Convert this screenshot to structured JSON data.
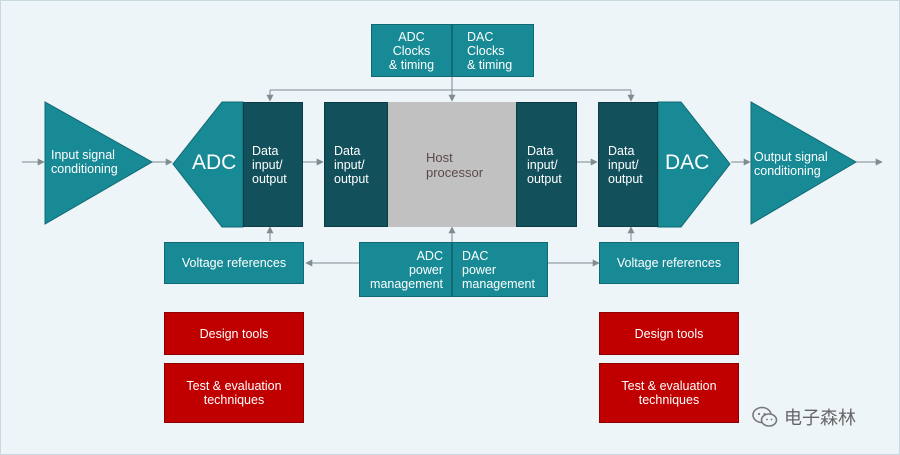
{
  "colors": {
    "teal": "#178a96",
    "dark_teal": "#12505c",
    "red": "#c00000",
    "gray": "#c1c1c1",
    "background": "#eef5f8",
    "wire": "#7f8c90"
  },
  "top": {
    "adc_clocks": "ADC\nClocks\n& timing",
    "dac_clocks": "DAC\nClocks\n& timing"
  },
  "signal_chain": {
    "input_conditioning": "Input signal\nconditioning",
    "adc": "ADC",
    "adc_data_io": "Data\ninput/\noutput",
    "host_left_data_io": "Data\ninput/\noutput",
    "host_processor": "Host\nprocessor",
    "host_right_data_io": "Data\ninput/\noutput",
    "dac_data_io": "Data\ninput/\noutput",
    "dac": "DAC",
    "output_conditioning": "Output signal\nconditioning"
  },
  "bottom": {
    "left_voltage_references": "Voltage references",
    "right_voltage_references": "Voltage references",
    "adc_power": "ADC\npower\nmanagement",
    "dac_power": "DAC\npower\nmanagement"
  },
  "tools": {
    "left_design_tools": "Design tools",
    "left_test_eval": "Test & evaluation\ntechniques",
    "right_design_tools": "Design tools",
    "right_test_eval": "Test & evaluation\ntechniques"
  },
  "watermark": {
    "text": "电子森林",
    "icon": "wechat-icon"
  }
}
